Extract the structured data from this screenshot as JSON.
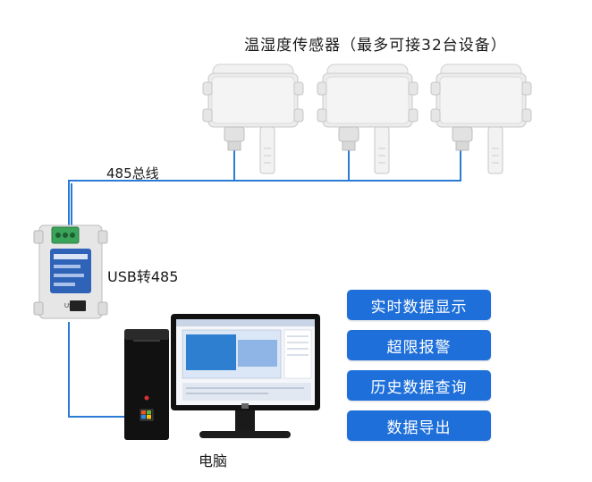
{
  "diagram": {
    "title": "温湿度传感器（最多可接32台设备）",
    "bus_label": "485总线",
    "converter_label": "USB转485",
    "computer_label": "电脑",
    "converter_device_text": {
      "port_label": "USB"
    }
  },
  "features": [
    {
      "label": "实时数据显示"
    },
    {
      "label": "超限报警"
    },
    {
      "label": "历史数据查询"
    },
    {
      "label": "数据导出"
    }
  ],
  "colors": {
    "bus_line": "#2a7ad6",
    "button_bg": "#1e6fd9",
    "button_text": "#ffffff",
    "sensor_body": "#eeeeee",
    "converter_body": "#e6e6e6",
    "terminal_green": "#3aa55a",
    "tower_black": "#111111"
  },
  "icons": [
    "sensor-device-icon",
    "usb-485-converter-icon",
    "desktop-tower-icon",
    "monitor-icon"
  ]
}
